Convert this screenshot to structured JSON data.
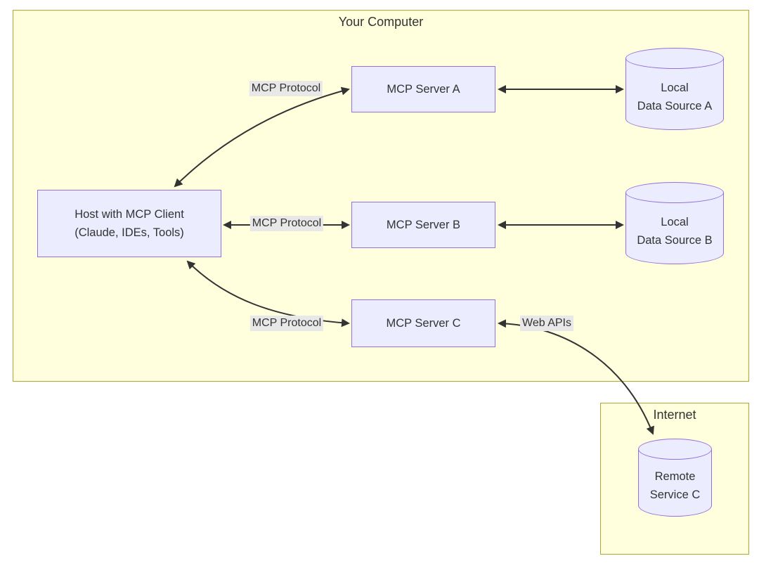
{
  "diagram": {
    "clusters": {
      "your_computer": {
        "title": "Your Computer"
      },
      "internet": {
        "title": "Internet"
      }
    },
    "nodes": {
      "host": {
        "line1": "Host with MCP Client",
        "line2": "(Claude, IDEs, Tools)"
      },
      "server_a": {
        "label": "MCP Server A"
      },
      "server_b": {
        "label": "MCP Server B"
      },
      "server_c": {
        "label": "MCP Server C"
      },
      "data_a": {
        "line1": "Local",
        "line2": "Data Source A"
      },
      "data_b": {
        "line1": "Local",
        "line2": "Data Source B"
      },
      "remote_c": {
        "line1": "Remote",
        "line2": "Service C"
      }
    },
    "edge_labels": {
      "mcp_a": "MCP Protocol",
      "mcp_b": "MCP Protocol",
      "mcp_c": "MCP Protocol",
      "web_apis": "Web APIs"
    },
    "colors": {
      "page_bg": "#ffffff",
      "cluster_fill": "#ffffde",
      "cluster_border": "#aaaa33",
      "node_fill": "#ECECFF",
      "node_border": "#9370DB",
      "edge": "#333333",
      "edge_label_bg": "#e8e8e8",
      "text": "#333333"
    }
  }
}
